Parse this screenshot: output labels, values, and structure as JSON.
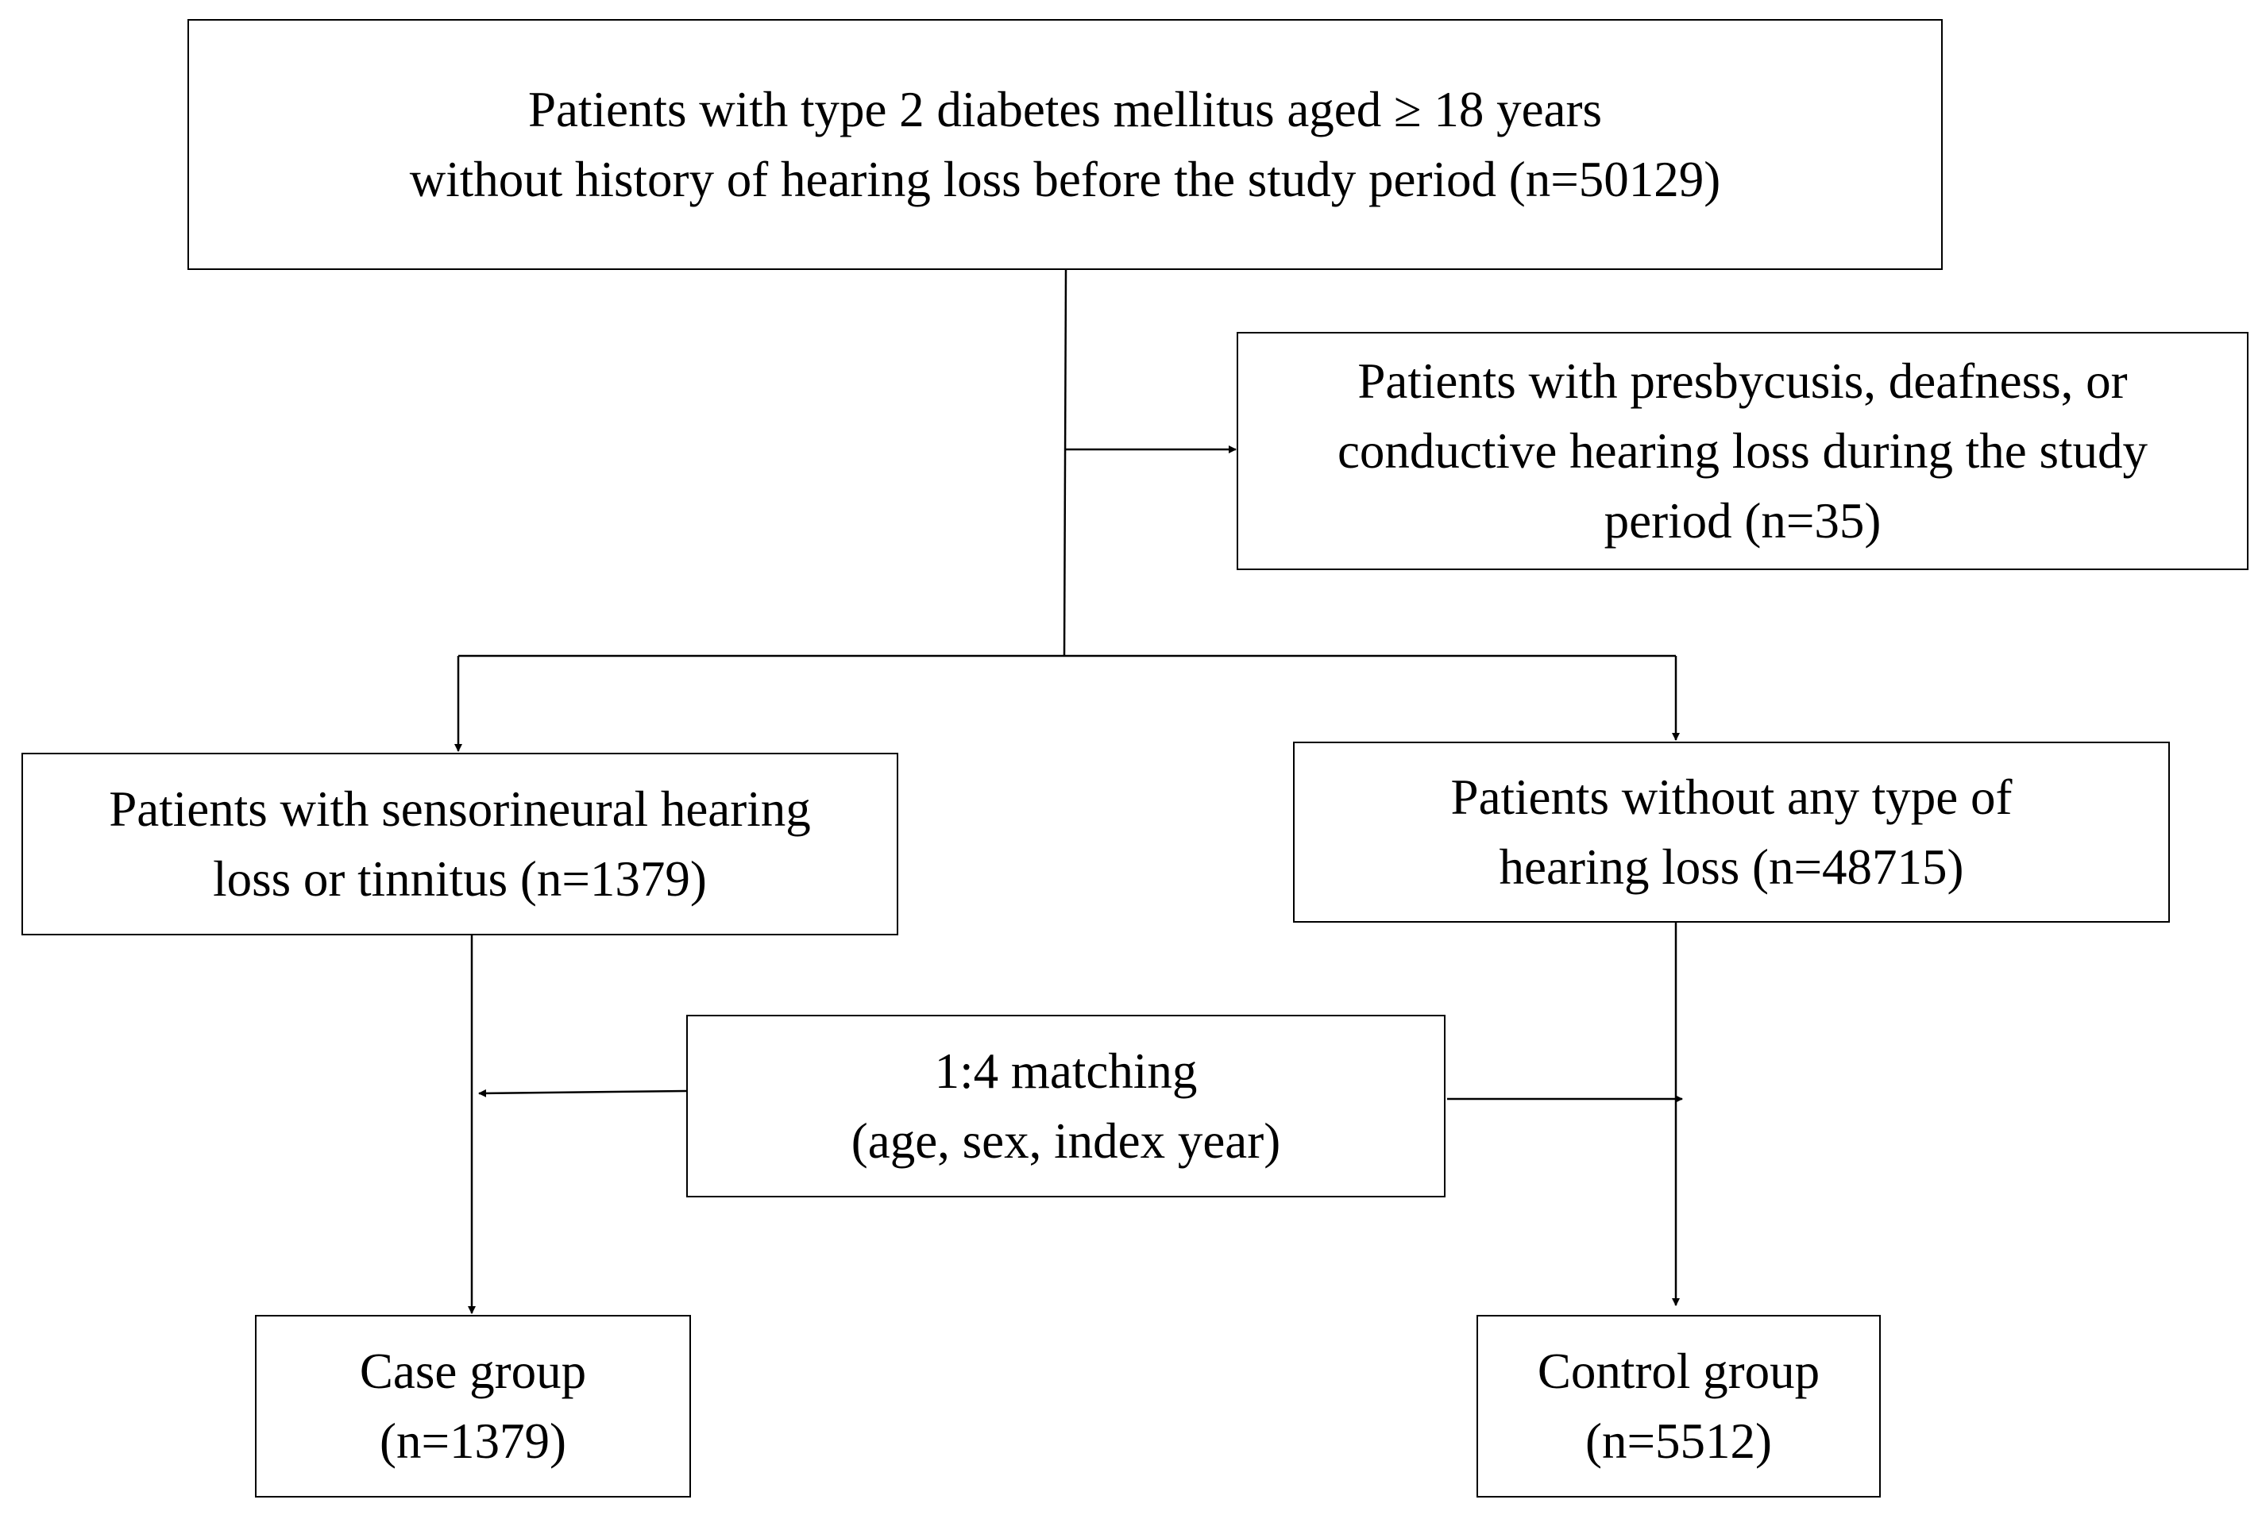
{
  "flowchart": {
    "top_box": {
      "line1": "Patients with type 2 diabetes mellitus aged ≥ 18 years",
      "line2": "without history of hearing loss before the study period (n=50129)"
    },
    "excluded_box": {
      "line1": "Patients with presbycusis, deafness, or",
      "line2": "conductive hearing loss during the study",
      "line3": "period (n=35)"
    },
    "sensorineural_box": {
      "line1": "Patients with sensorineural hearing",
      "line2": "loss or tinnitus (n=1379)"
    },
    "no_hearing_loss_box": {
      "line1": "Patients without any type of",
      "line2": "hearing loss (n=48715)"
    },
    "matching_box": {
      "line1": "1:4 matching",
      "line2": "(age, sex, index year)"
    },
    "case_box": {
      "line1": "Case group",
      "line2": "(n=1379)"
    },
    "control_box": {
      "line1": "Control group",
      "line2": "(n=5512)"
    }
  }
}
